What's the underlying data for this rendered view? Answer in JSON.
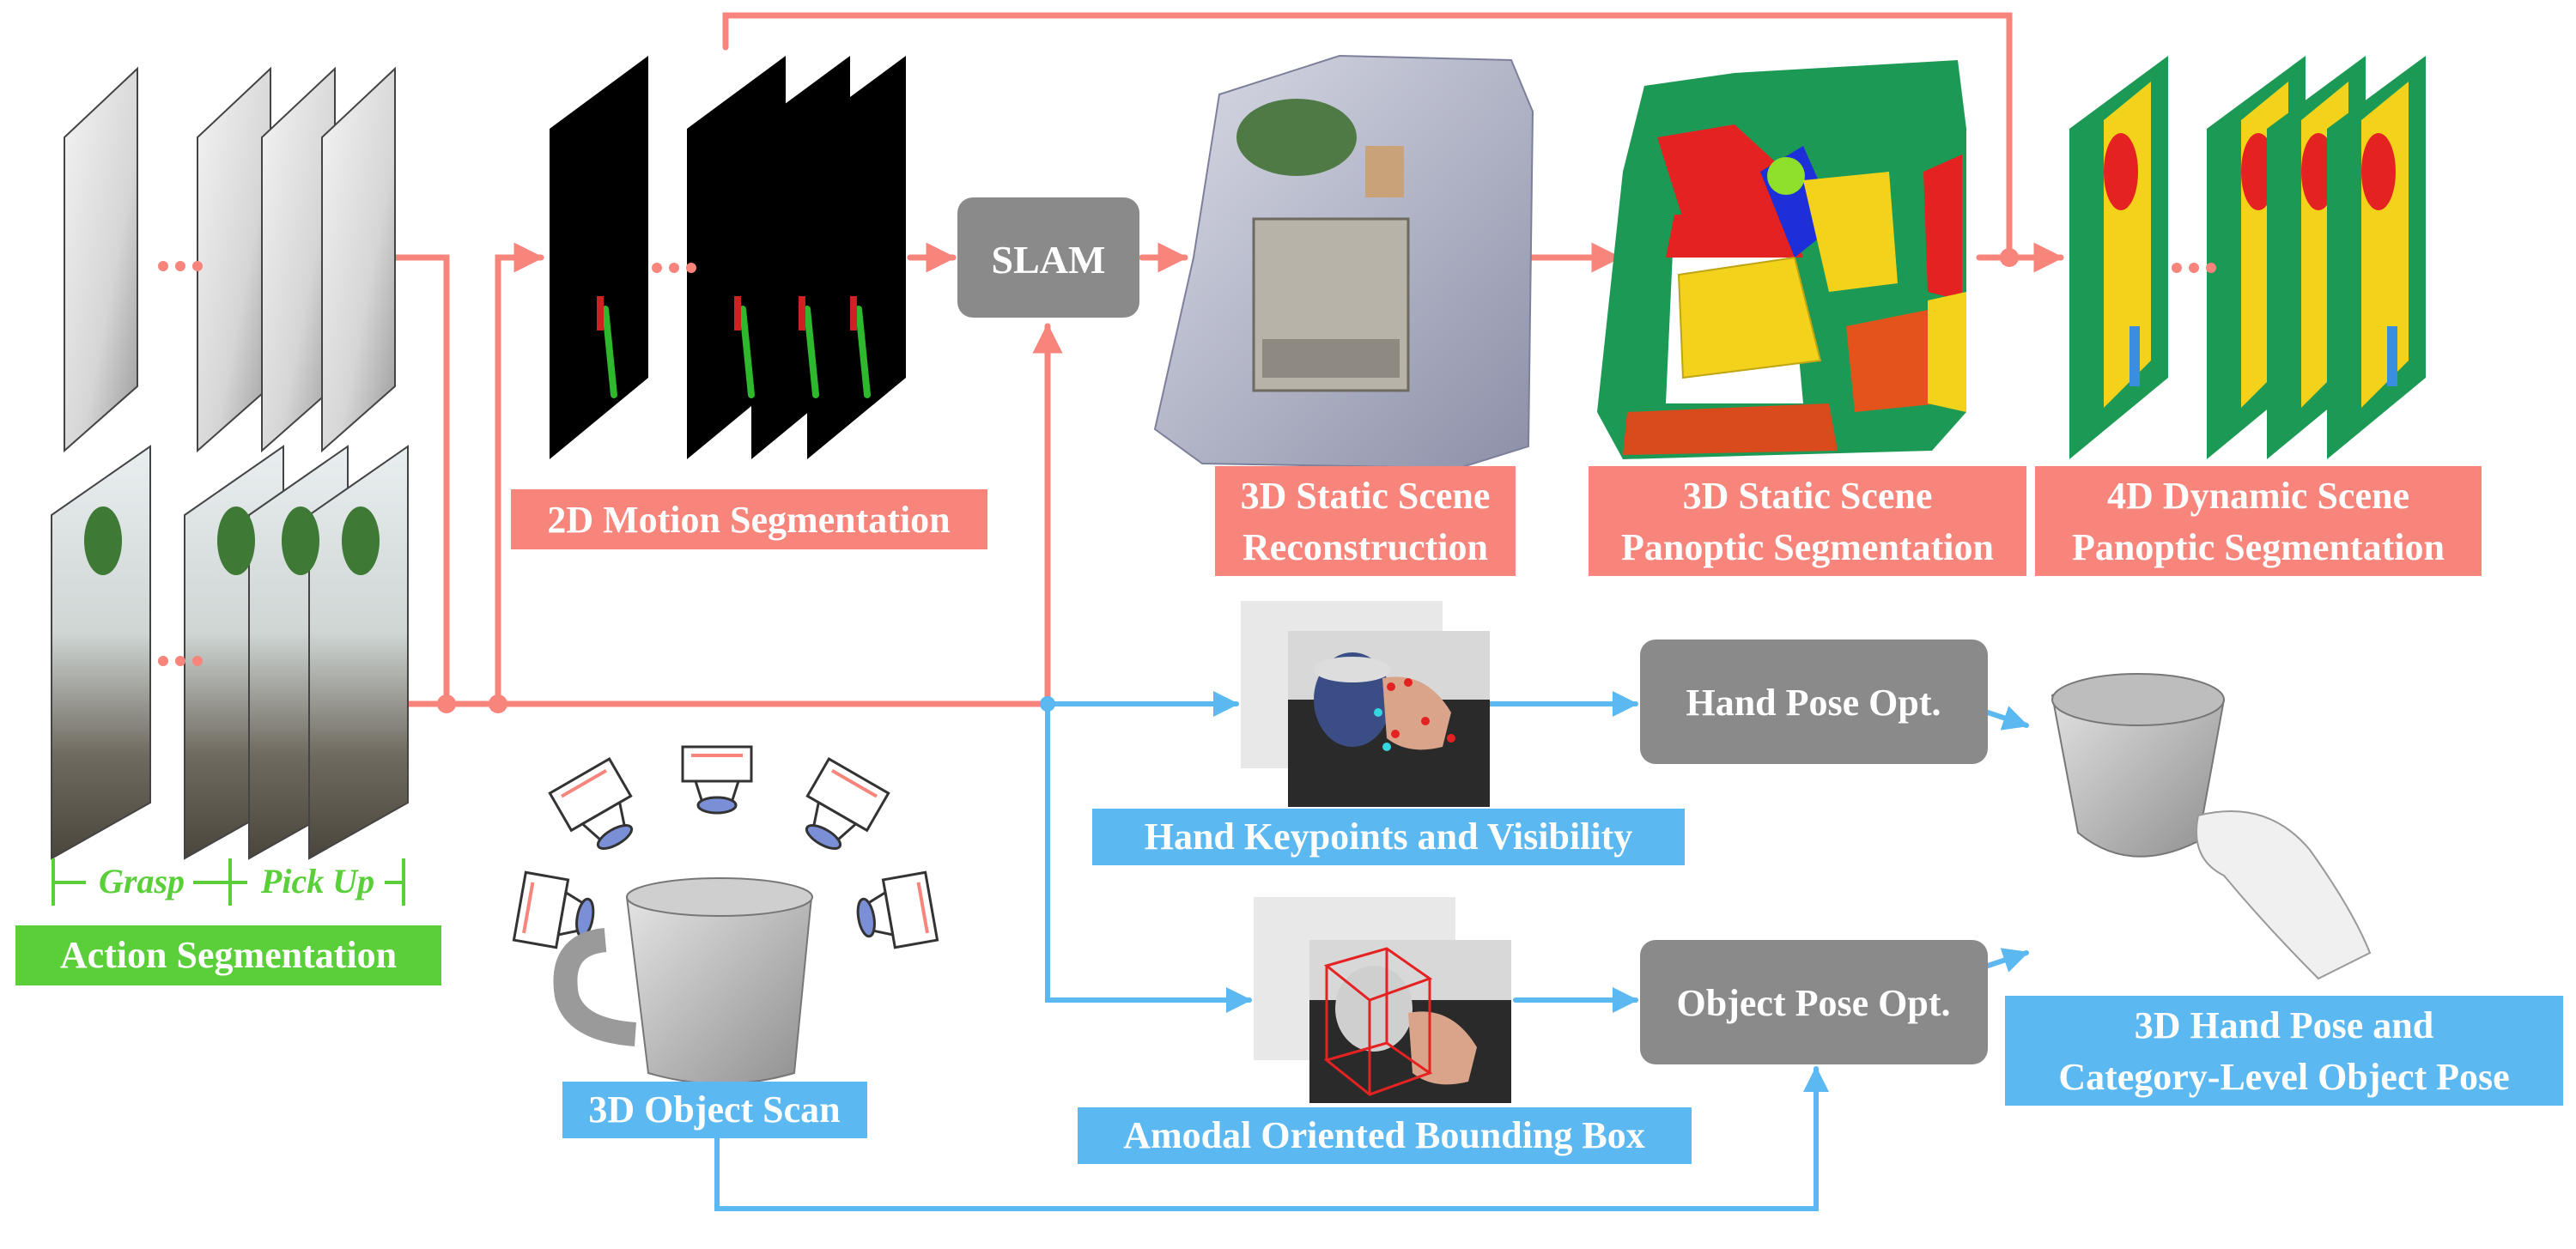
{
  "colors": {
    "red_flow": "#F7857C",
    "blue_flow": "#5BB8F0",
    "green_label": "#5BCF3A",
    "gray_box": "#8A8A8A",
    "label_text": "#FFFFFF",
    "green_text": "#5BCF3A"
  },
  "labels": {
    "action_segmentation": "Action Segmentation",
    "grasp": "Grasp",
    "pick_up": "Pick Up",
    "motion_segmentation": "2D Motion Segmentation",
    "slam": "SLAM",
    "static_recon_line1": "3D Static Scene",
    "static_recon_line2": "Reconstruction",
    "static_panoptic_line1": "3D Static Scene",
    "static_panoptic_line2": "Panoptic Segmentation",
    "dynamic_panoptic_line1": "4D Dynamic Scene",
    "dynamic_panoptic_line2": "Panoptic Segmentation",
    "object_scan": "3D Object Scan",
    "hand_keypoints": "Hand Keypoints and Visibility",
    "hand_pose_opt": "Hand Pose Opt.",
    "amodal_box": "Amodal Oriented Bounding Box",
    "object_pose_opt": "Object Pose Opt.",
    "result_line1": "3D Hand Pose and",
    "result_line2": "Category-Level Object Pose",
    "ellipsis": "· · ·"
  },
  "icons": {
    "depth_frames": "depth-frame-stack",
    "rgb_frames": "rgb-frame-stack",
    "motion_masks": "motion-mask-stack",
    "pointcloud": "pointcloud-scene",
    "panoptic_cloud": "panoptic-pointcloud",
    "dynamic_frames": "panoptic-frame-stack",
    "scanner_cameras": "camera-icon",
    "mug": "mug-mesh",
    "hand_mug": "hand-holding-mug"
  }
}
